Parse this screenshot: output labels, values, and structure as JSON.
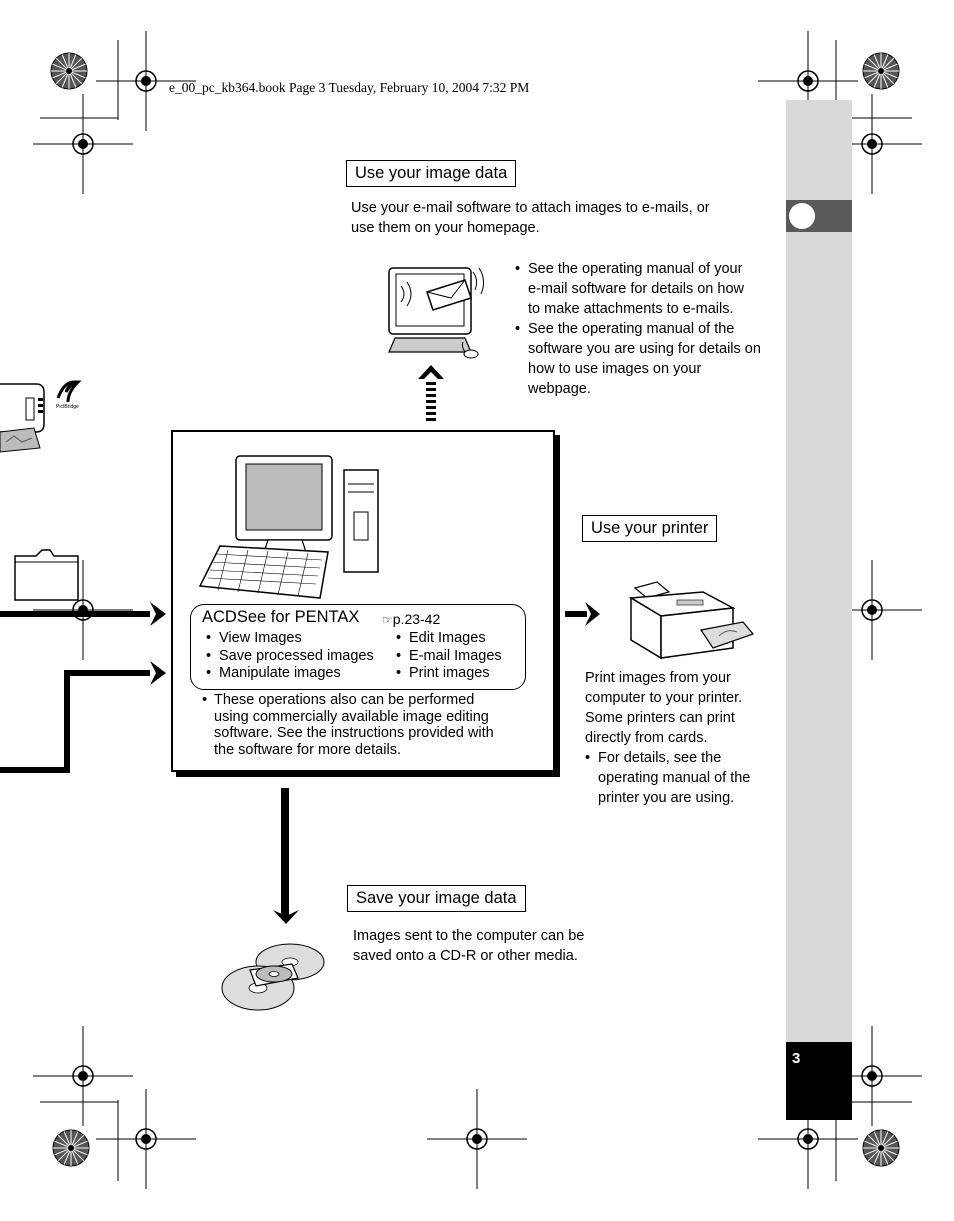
{
  "header": {
    "file_line": "e_00_pc_kb364.book  Page 3  Tuesday, February 10, 2004  7:32 PM"
  },
  "image_data_section": {
    "label": "Use your image data",
    "description_line1": "Use your e-mail software to attach images to e-mails, or",
    "description_line2": "use them on your homepage.",
    "bullets": [
      [
        "See the operating manual of your",
        "e-mail software for details on how",
        "to make attachments to e-mails."
      ],
      [
        "See the operating manual of the",
        "software you are using for details on",
        "how to use images on your",
        "webpage."
      ]
    ]
  },
  "acdsee": {
    "title": "ACDSee for PENTAX",
    "ref_icon": "☞",
    "ref": "p.23-42",
    "left_items": [
      "View Images",
      "Save processed images",
      "Manipulate images"
    ],
    "right_items": [
      "Edit Images",
      "E-mail Images",
      "Print images"
    ],
    "note_lines": [
      "These operations also can be performed",
      "using commercially available image editing",
      "software. See the instructions provided with",
      "the software for more details."
    ]
  },
  "printer_section": {
    "label": "Use your printer",
    "text_lines": [
      "Print images from your",
      "computer to your printer.",
      "Some printers can print",
      "directly from cards."
    ],
    "bullet_lines": [
      "For details, see the",
      "operating manual of the",
      "printer you are using."
    ]
  },
  "save_section": {
    "label": "Save your image data",
    "text_line1": "Images sent to the computer can be",
    "text_line2": "saved onto a CD-R or other media."
  },
  "pictbridge_logo_text": "PictBridge",
  "page_number": "3",
  "icons": [
    "registration-mark-icon",
    "email-computer-icon",
    "desktop-computer-icon",
    "printer-icon",
    "cd-icon",
    "folder-icon",
    "pictbridge-printer-icon",
    "right-arrow-icon",
    "down-arrow-icon",
    "up-arrow-icon"
  ]
}
